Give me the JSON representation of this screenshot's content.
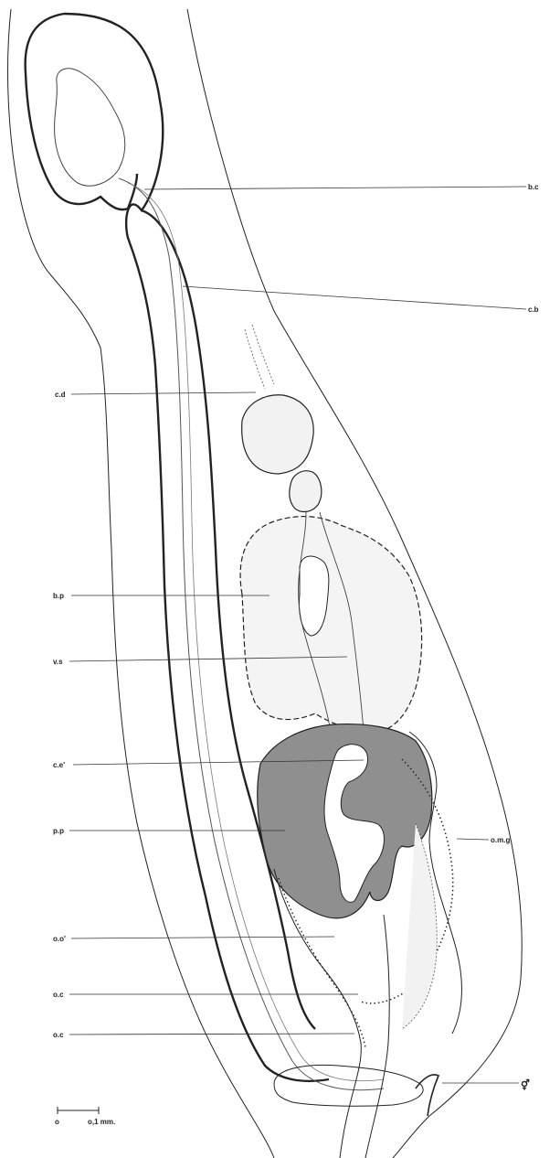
{
  "figure": {
    "labels": {
      "bc": "b.c",
      "cb": "c.b",
      "cd": "c.d",
      "bp": "b.p",
      "vs": "v.s",
      "ce": "c.e'",
      "pp": "p.p",
      "oo": "o.o'",
      "oc1": "o.c",
      "oc2": "o.c",
      "omg": "o.m.g",
      "sex": "⚥"
    },
    "scale": {
      "zero": "o",
      "value": "o,1 mm."
    }
  },
  "colors": {
    "ink": "#222222",
    "shade_light": "#ececec",
    "shade_dark": "#8f8f8f",
    "background": "#ffffff"
  }
}
